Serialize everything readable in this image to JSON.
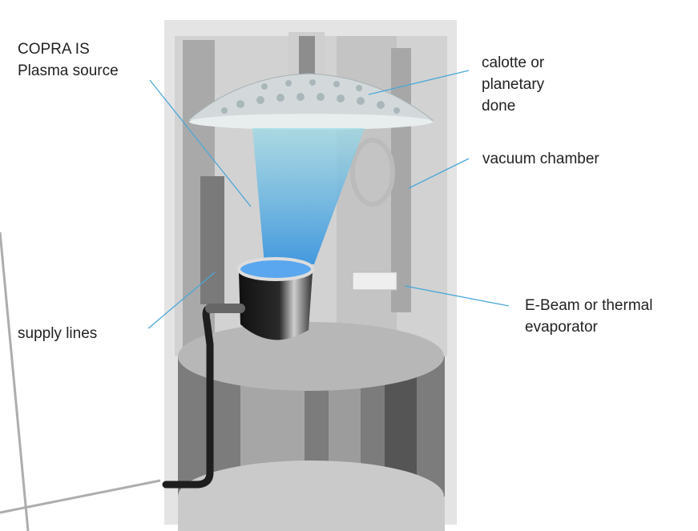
{
  "labels": {
    "plasma_source": [
      "COPRA IS",
      "Plasma source"
    ],
    "calotte": [
      "calotte or",
      "planetary",
      "done"
    ],
    "vacuum_chamber": "vacuum chamber",
    "evaporator": [
      "E-Beam or thermal",
      "evaporator"
    ],
    "supply_lines": "supply lines"
  },
  "colors": {
    "leader_line": "#4aa8d8",
    "plasma_beam": "#5fc3dc",
    "chamber": "#8a8a8a"
  }
}
